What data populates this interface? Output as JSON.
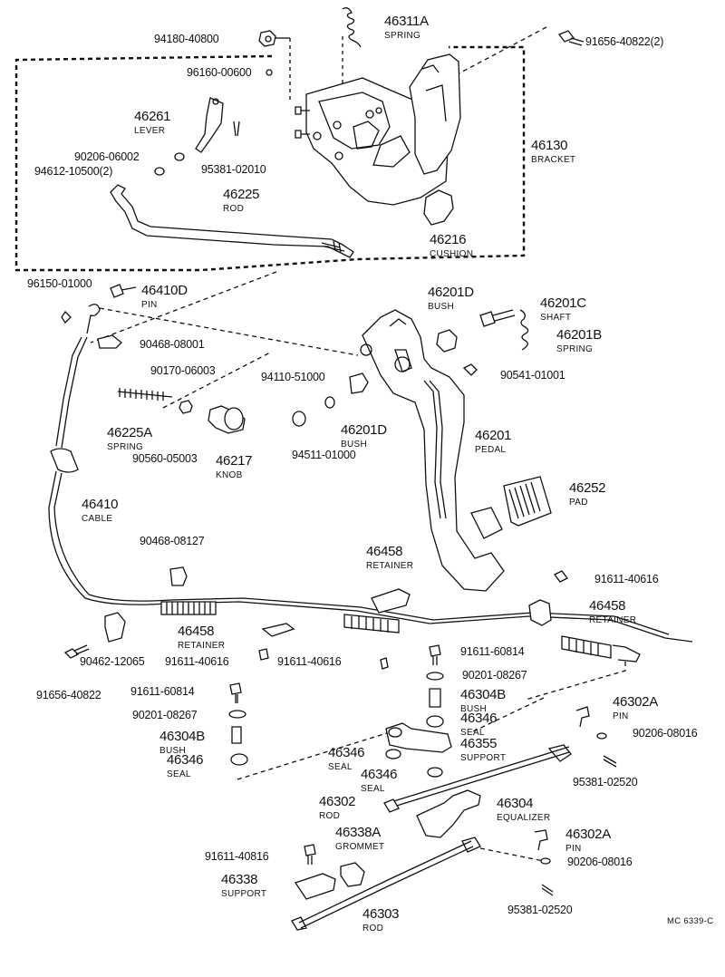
{
  "diagram_code": "MC 6339-C",
  "parts": {
    "p46311A": {
      "number": "46311A",
      "name": "SPRING"
    },
    "p94180": {
      "number": "94180-40800"
    },
    "p91656_40822_2": {
      "number": "91656-40822(2)"
    },
    "p96160": {
      "number": "96160-00600"
    },
    "p46261": {
      "number": "46261",
      "name": "LEVER"
    },
    "p90206_06002": {
      "number": "90206-06002"
    },
    "p94612": {
      "number": "94612-10500(2)"
    },
    "p95381_02010": {
      "number": "95381-02010"
    },
    "p46225": {
      "number": "46225",
      "name": "ROD"
    },
    "p46130": {
      "number": "46130",
      "name": "BRACKET"
    },
    "p46216": {
      "number": "46216",
      "name": "CUSHION"
    },
    "p96150": {
      "number": "96150-01000"
    },
    "p46410D": {
      "number": "46410D",
      "name": "PIN"
    },
    "p46201D_top": {
      "number": "46201D",
      "name": "BUSH"
    },
    "p46201C": {
      "number": "46201C",
      "name": "SHAFT"
    },
    "p90468_08001": {
      "number": "90468-08001"
    },
    "p46201B": {
      "number": "46201B",
      "name": "SPRING"
    },
    "p90170": {
      "number": "90170-06003"
    },
    "p94110": {
      "number": "94110-51000"
    },
    "p90541": {
      "number": "90541-01001"
    },
    "p46201D_mid": {
      "number": "46201D",
      "name": "BUSH"
    },
    "p46225A": {
      "number": "46225A",
      "name": "SPRING"
    },
    "p46201": {
      "number": "46201",
      "name": "PEDAL"
    },
    "p90560": {
      "number": "90560-05003"
    },
    "p46217": {
      "number": "46217",
      "name": "KNOB"
    },
    "p94511": {
      "number": "94511-01000"
    },
    "p46252": {
      "number": "46252",
      "name": "PAD"
    },
    "p46410": {
      "number": "46410",
      "name": "CABLE"
    },
    "p90468_08127": {
      "number": "90468-08127"
    },
    "p46458_top": {
      "number": "46458",
      "name": "RETAINER"
    },
    "p91611_40616_r": {
      "number": "91611-40616"
    },
    "p46458_right": {
      "number": "46458",
      "name": "RETAINER"
    },
    "p46458_left": {
      "number": "46458",
      "name": "RETAINER"
    },
    "p90462": {
      "number": "90462-12065"
    },
    "p91611_40616_a": {
      "number": "91611-40616"
    },
    "p91611_40616_b": {
      "number": "91611-40616"
    },
    "p91611_60814_r": {
      "number": "91611-60814"
    },
    "p91656_40822": {
      "number": "91656-40822"
    },
    "p90201_08267_r": {
      "number": "90201-08267"
    },
    "p91611_60814_l": {
      "number": "91611-60814"
    },
    "p46304B_r": {
      "number": "46304B",
      "name": "BUSH"
    },
    "p46302A_top": {
      "number": "46302A",
      "name": "PIN"
    },
    "p90201_08267_l": {
      "number": "90201-08267"
    },
    "p46346_r": {
      "number": "46346",
      "name": "SEAL"
    },
    "p90206_08016_top": {
      "number": "90206-08016"
    },
    "p46304B_l": {
      "number": "46304B",
      "name": "BUSH"
    },
    "p46355": {
      "number": "46355",
      "name": "SUPPORT"
    },
    "p46346_l": {
      "number": "46346",
      "name": "SEAL"
    },
    "p46346_m1": {
      "number": "46346",
      "name": "SEAL"
    },
    "p46346_m2": {
      "number": "46346",
      "name": "SEAL"
    },
    "p95381_02520_top": {
      "number": "95381-02520"
    },
    "p46302": {
      "number": "46302",
      "name": "ROD"
    },
    "p46304": {
      "number": "46304",
      "name": "EQUALIZER"
    },
    "p46338A": {
      "number": "46338A",
      "name": "GROMMET"
    },
    "p46302A_bot": {
      "number": "46302A",
      "name": "PIN"
    },
    "p91611_40816": {
      "number": "91611-40816"
    },
    "p90206_08016_bot": {
      "number": "90206-08016"
    },
    "p46338": {
      "number": "46338",
      "name": "SUPPORT"
    },
    "p95381_02520_bot": {
      "number": "95381-02520"
    },
    "p46303": {
      "number": "46303",
      "name": "ROD"
    }
  }
}
